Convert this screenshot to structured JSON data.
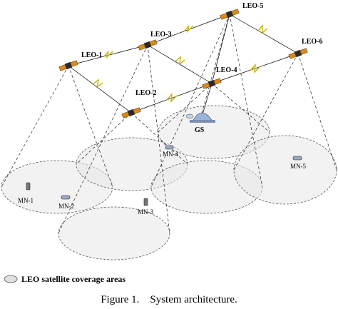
{
  "satellites": [
    {
      "id": "leo1",
      "label": "LEO-1"
    },
    {
      "id": "leo2",
      "label": "LEO-2"
    },
    {
      "id": "leo3",
      "label": "LEO-3"
    },
    {
      "id": "leo4",
      "label": "LEO-4"
    },
    {
      "id": "leo5",
      "label": "LEO-5"
    },
    {
      "id": "leo6",
      "label": "LEO-6"
    }
  ],
  "ground_station": {
    "label": "GS"
  },
  "mobile_nodes": [
    {
      "id": "mn1",
      "label": "MN-1"
    },
    {
      "id": "mn2",
      "label": "MN-2"
    },
    {
      "id": "mn3",
      "label": "MN-3"
    },
    {
      "id": "mn4",
      "label": "MN-4"
    },
    {
      "id": "mn5",
      "label": "MN-5"
    }
  ],
  "legend": {
    "text": "LEO satellite coverage areas"
  },
  "caption": {
    "text": "Figure 1.    System architecture."
  },
  "colors": {
    "satellite_body": "#2a2a2a",
    "solar_panel": "#d98a1c",
    "link_bolt": "#c8b400",
    "coverage_fill": "#e8e8e8"
  }
}
